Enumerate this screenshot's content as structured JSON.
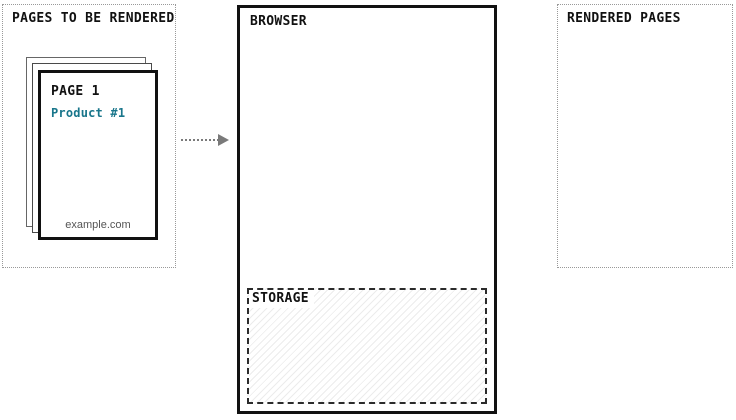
{
  "diagram": {
    "left_panel": {
      "title": "PAGES TO BE RENDERED"
    },
    "page_stack": {
      "stacked_pages_count": 3,
      "front_page": {
        "title": "PAGE 1",
        "subtitle": "Product #1",
        "footer": "example.com"
      }
    },
    "arrow": {
      "icon": "arrow-right-icon",
      "style": "dotted",
      "direction": "right"
    },
    "browser_panel": {
      "title": "BROWSER",
      "storage": {
        "title": "STORAGE",
        "fill": "diagonal-hatch"
      }
    },
    "right_panel": {
      "title": "RENDERED PAGES"
    }
  },
  "colors": {
    "accent_teal": "#19768B",
    "border_black": "#111111",
    "dotted_border_gray": "#999999",
    "arrow_gray": "#7A7A7A",
    "footer_text_gray": "#555555",
    "hatch_line_gray": "#ECECEC"
  }
}
